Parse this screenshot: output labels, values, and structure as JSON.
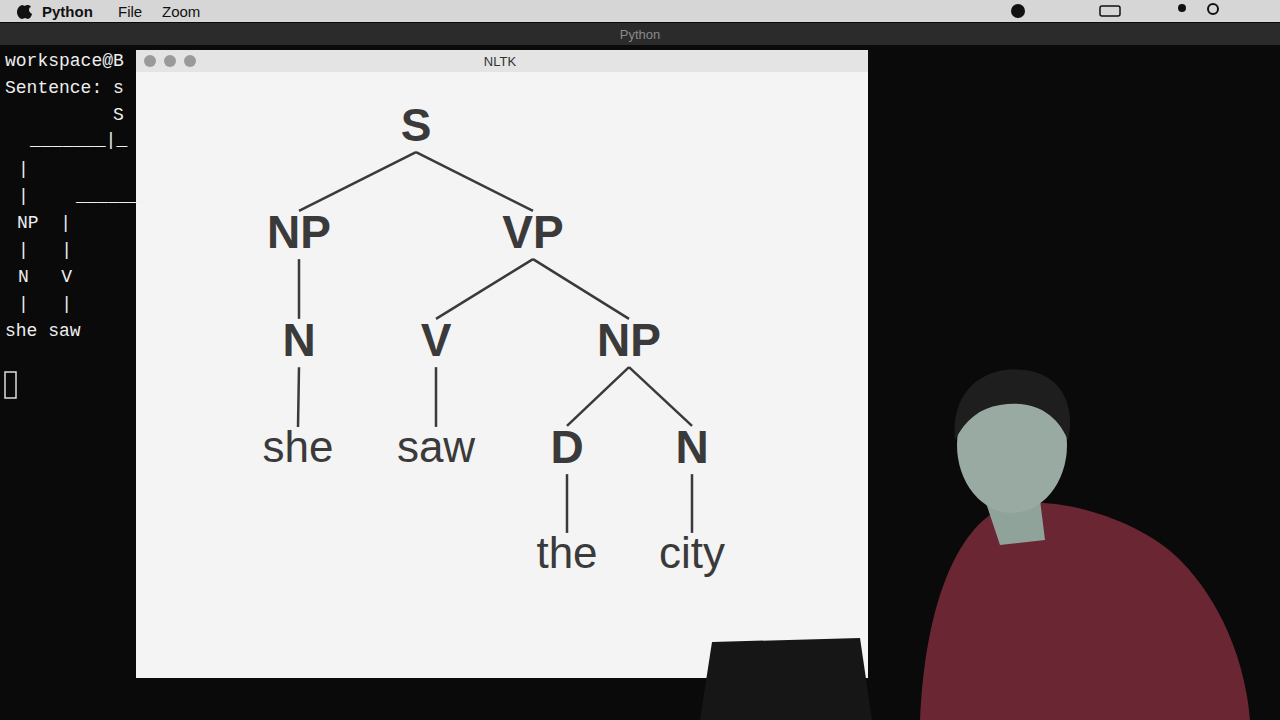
{
  "diagram": {
    "nodes": [
      {
        "text": [
          "S"
        ]
      },
      {
        "text": [
          "NP"
        ]
      },
      {
        "text": [
          "VP"
        ]
      },
      {
        "text": [
          "N"
        ]
      },
      {
        "text": [
          "V"
        ]
      },
      {
        "text": [
          "NP"
        ]
      },
      {
        "text": [
          "she"
        ]
      },
      {
        "text": [
          "saw"
        ]
      },
      {
        "text": [
          "D"
        ]
      },
      {
        "text": [
          "N"
        ]
      },
      {
        "text": [
          "the"
        ]
      },
      {
        "text": [
          "city"
        ]
      }
    ],
    "edges": [
      {
        "from": 0,
        "to": 1,
        "arrow": "none"
      },
      {
        "from": 0,
        "to": 2,
        "arrow": "none"
      },
      {
        "from": 1,
        "to": 3,
        "arrow": "none"
      },
      {
        "from": 2,
        "to": 4,
        "arrow": "none"
      },
      {
        "from": 2,
        "to": 5,
        "arrow": "none"
      },
      {
        "from": 3,
        "to": 6,
        "arrow": "none"
      },
      {
        "from": 4,
        "to": 7,
        "arrow": "none"
      },
      {
        "from": 5,
        "to": 8,
        "arrow": "none"
      },
      {
        "from": 5,
        "to": 9,
        "arrow": "none"
      },
      {
        "from": 8,
        "to": 10,
        "arrow": "none"
      },
      {
        "from": 9,
        "to": 11,
        "arrow": "none"
      }
    ],
    "labels": [
      "Python",
      "File",
      "Zoom",
      "Python",
      "NLTK",
      "workspace@B",
      "Sentence: s",
      "S",
      "_______|_",
      "|",
      "|",
      "______",
      "NP  |",
      "|   |",
      "N   V",
      "|   |",
      "she saw"
    ]
  }
}
